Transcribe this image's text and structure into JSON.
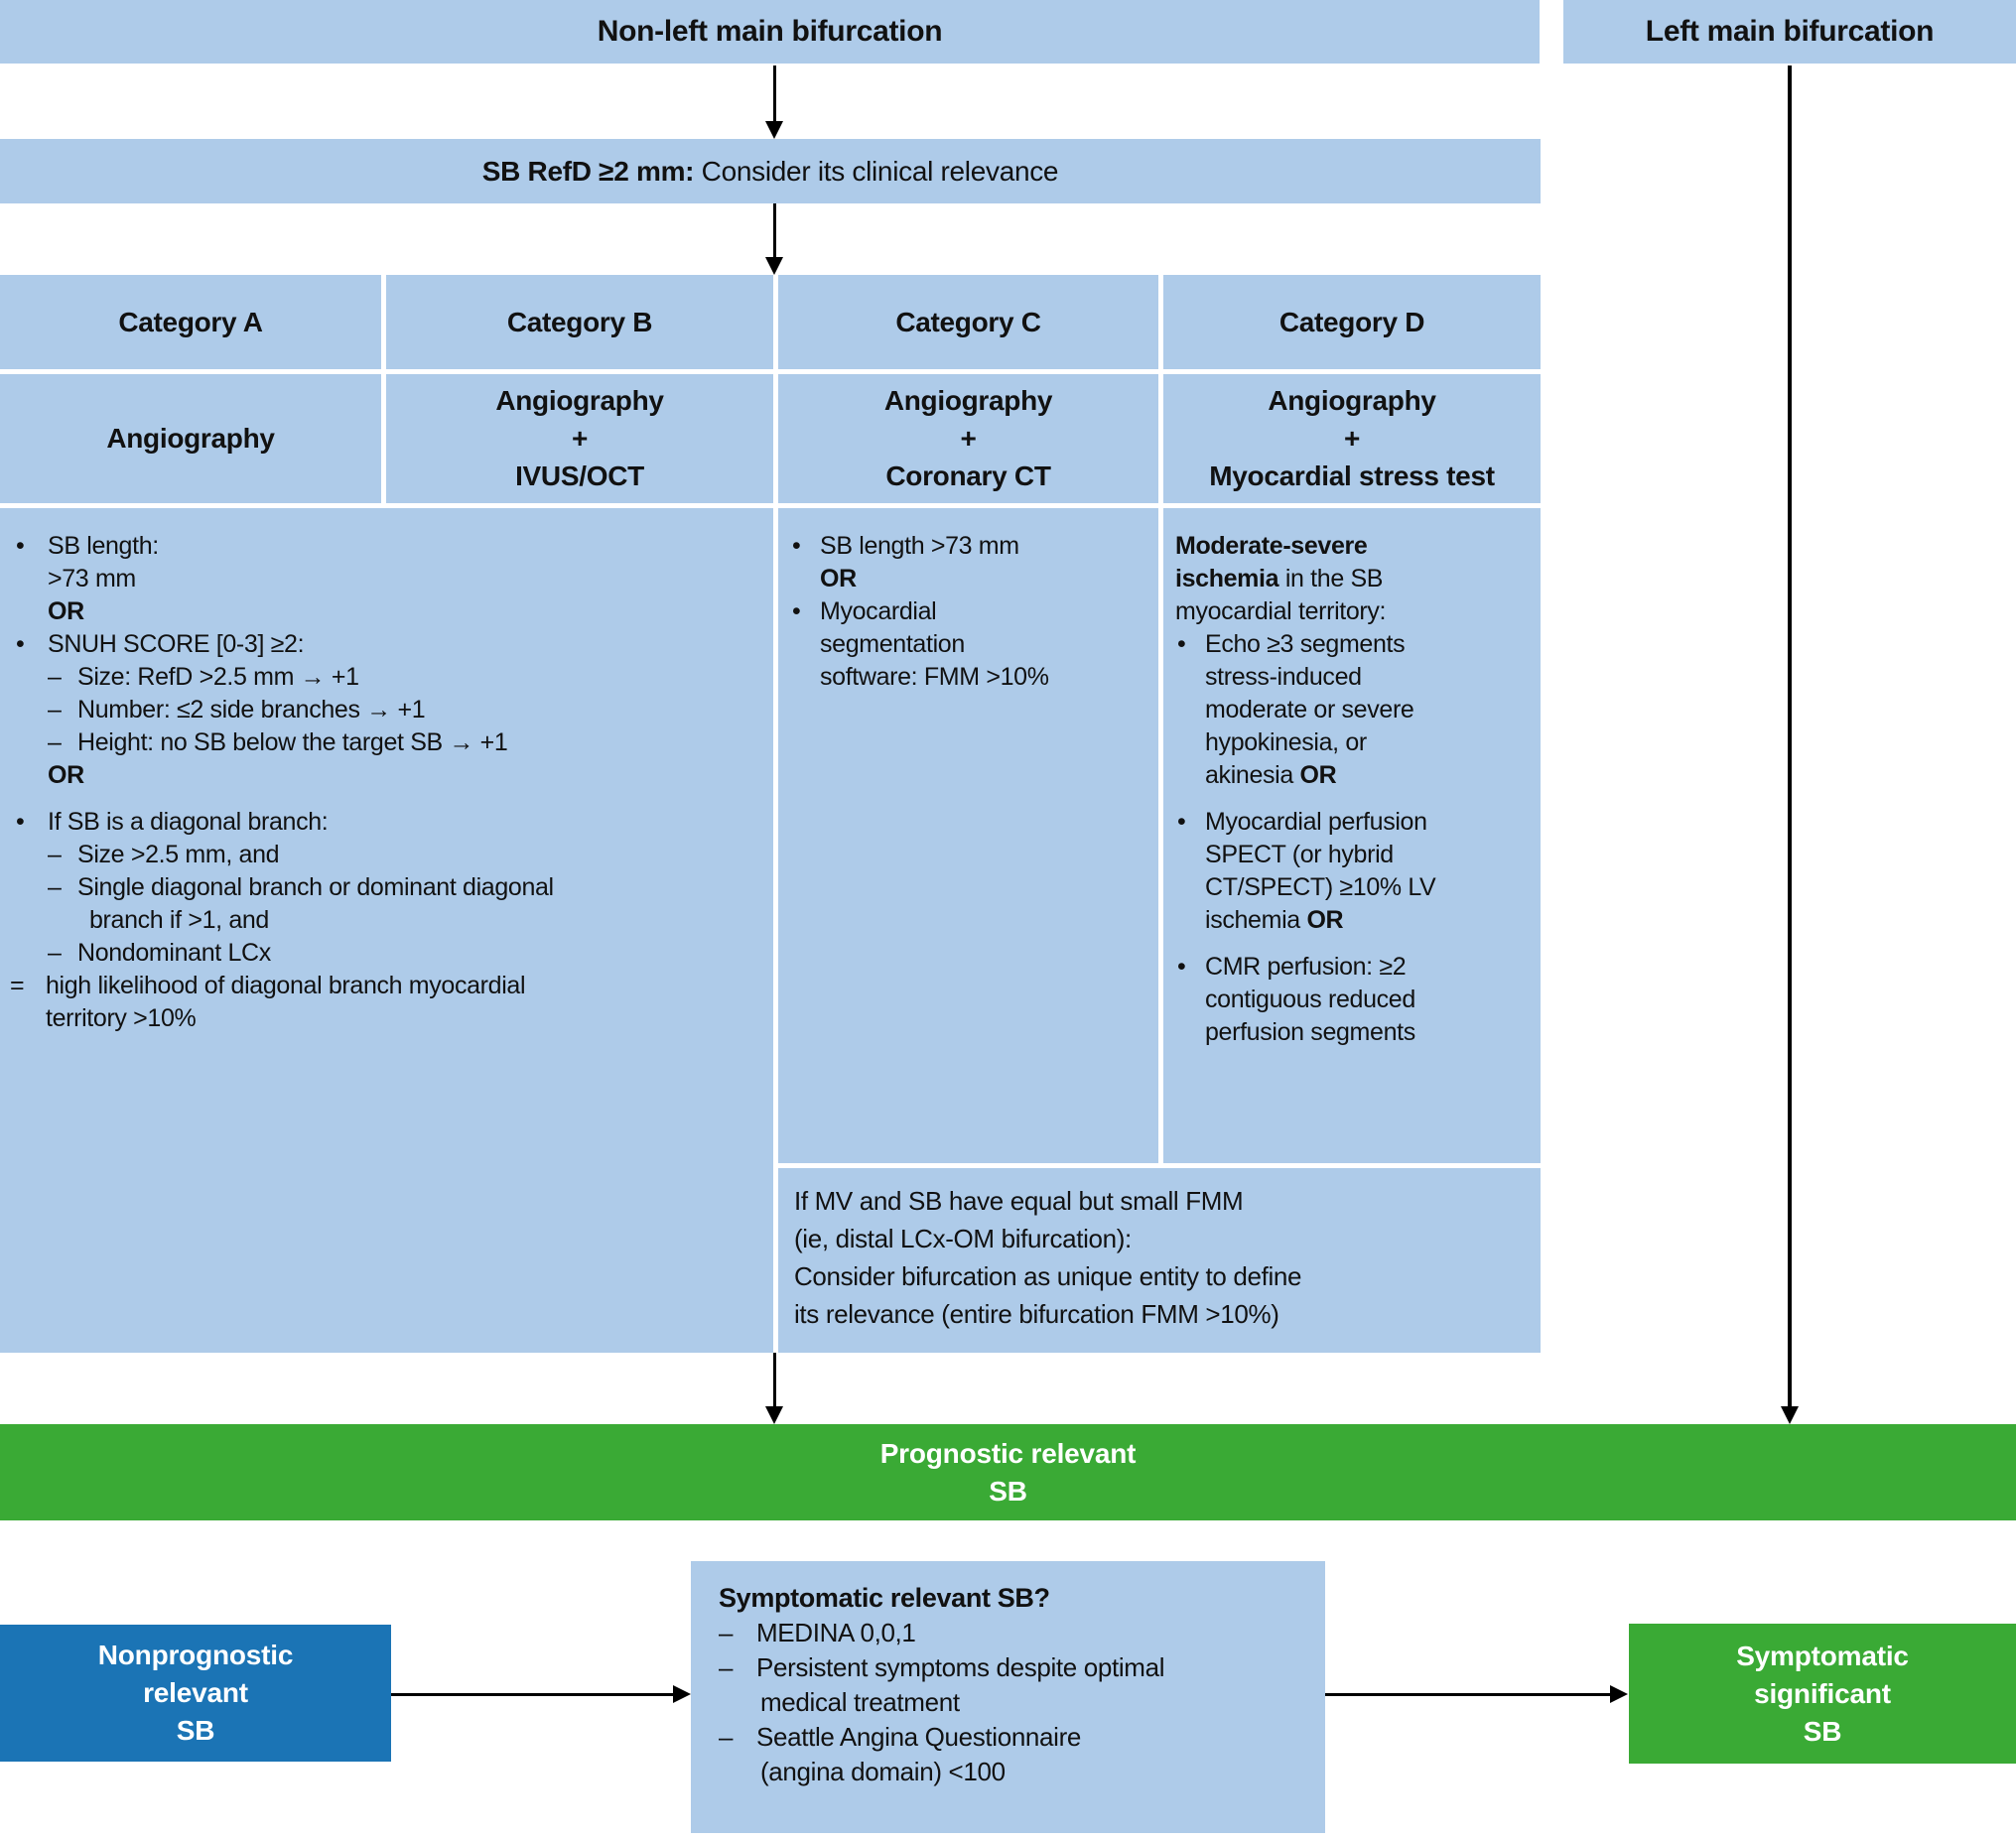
{
  "colors": {
    "light_blue": "#aecbe9",
    "dark_blue": "#1b74b5",
    "green": "#3aaa35",
    "arrow": "#000000",
    "text": "#111111"
  },
  "top": {
    "non_left_main_label": "Non-left main bifurcation",
    "left_main_label": "Left main bifurcation"
  },
  "sb_refd": {
    "lead_bold": "SB RefD ≥2 mm:",
    "rest": " Consider its clinical relevance"
  },
  "table": {
    "category_headers": [
      "Category A",
      "Category B",
      "Category C",
      "Category D"
    ],
    "modality_headers": [
      [
        "Angiography"
      ],
      [
        "Angiography",
        "+",
        "IVUS/OCT"
      ],
      [
        "Angiography",
        "+",
        "Coronary CT"
      ],
      [
        "Angiography",
        "+",
        "Myocardial stress test"
      ]
    ],
    "cell_ab_lines": [
      {
        "type": "bullet",
        "m": "•",
        "segs": [
          {
            "t": "SB length:"
          }
        ]
      },
      {
        "type": "cont",
        "segs": [
          {
            "t": ">73 mm"
          }
        ]
      },
      {
        "type": "cont",
        "segs": [
          {
            "t": "OR",
            "b": true
          }
        ]
      },
      {
        "type": "bullet",
        "m": "•",
        "segs": [
          {
            "t": "SNUH SCORE [0-3] ≥2:"
          }
        ]
      },
      {
        "type": "dash",
        "m": "–",
        "segs": [
          {
            "t": "Size: RefD >2.5 mm → +1"
          }
        ]
      },
      {
        "type": "dash",
        "m": "–",
        "segs": [
          {
            "t": "Number: ≤2 side branches → +1"
          }
        ]
      },
      {
        "type": "dash",
        "m": "–",
        "segs": [
          {
            "t": "Height: no SB below the target SB → +1"
          }
        ]
      },
      {
        "type": "cont",
        "segs": [
          {
            "t": "OR",
            "b": true
          }
        ]
      },
      {
        "type": "gap"
      },
      {
        "type": "bullet",
        "m": "•",
        "segs": [
          {
            "t": "If SB is a diagonal branch:"
          }
        ]
      },
      {
        "type": "dash",
        "m": "–",
        "segs": [
          {
            "t": "Size >2.5 mm, and"
          }
        ]
      },
      {
        "type": "dash",
        "m": "–",
        "segs": [
          {
            "t": "Single diagonal branch or dominant diagonal"
          }
        ]
      },
      {
        "type": "dash-cont",
        "segs": [
          {
            "t": "branch if >1, and"
          }
        ]
      },
      {
        "type": "dash",
        "m": "–",
        "segs": [
          {
            "t": "Nondominant LCx"
          }
        ]
      },
      {
        "type": "eq",
        "m": "=",
        "segs": [
          {
            "t": "high likelihood of diagonal branch myocardial"
          }
        ]
      },
      {
        "type": "eq-cont",
        "segs": [
          {
            "t": "territory >10%"
          }
        ]
      }
    ],
    "cell_c_lines": [
      {
        "type": "bullet",
        "m": "•",
        "segs": [
          {
            "t": "SB length >73 mm"
          }
        ]
      },
      {
        "type": "cont",
        "segs": [
          {
            "t": "OR",
            "b": true
          }
        ]
      },
      {
        "type": "bullet",
        "m": "•",
        "segs": [
          {
            "t": "Myocardial"
          }
        ]
      },
      {
        "type": "cont",
        "segs": [
          {
            "t": "segmentation"
          }
        ]
      },
      {
        "type": "cont",
        "segs": [
          {
            "t": "software: FMM >10%"
          }
        ]
      }
    ],
    "cell_d_lines": [
      {
        "type": "plain",
        "segs": [
          {
            "t": "Moderate-severe",
            "b": true
          }
        ]
      },
      {
        "type": "plain",
        "segs": [
          {
            "t": "ischemia",
            "b": true
          },
          {
            "t": " in the SB"
          }
        ]
      },
      {
        "type": "plain",
        "segs": [
          {
            "t": "myocardial territory:"
          }
        ]
      },
      {
        "type": "bullet",
        "m": "•",
        "segs": [
          {
            "t": "Echo ≥3 segments"
          }
        ]
      },
      {
        "type": "cont",
        "segs": [
          {
            "t": "stress-induced"
          }
        ]
      },
      {
        "type": "cont",
        "segs": [
          {
            "t": "moderate or severe"
          }
        ]
      },
      {
        "type": "cont",
        "segs": [
          {
            "t": "hypokinesia, or"
          }
        ]
      },
      {
        "type": "cont",
        "segs": [
          {
            "t": "akinesia "
          },
          {
            "t": "OR",
            "b": true
          }
        ]
      },
      {
        "type": "gap"
      },
      {
        "type": "bullet",
        "m": "•",
        "segs": [
          {
            "t": "Myocardial perfusion"
          }
        ]
      },
      {
        "type": "cont",
        "segs": [
          {
            "t": "SPECT (or hybrid"
          }
        ]
      },
      {
        "type": "cont",
        "segs": [
          {
            "t": "CT/SPECT) ≥10% LV"
          }
        ]
      },
      {
        "type": "cont",
        "segs": [
          {
            "t": "ischemia "
          },
          {
            "t": "OR",
            "b": true
          }
        ]
      },
      {
        "type": "gap"
      },
      {
        "type": "bullet",
        "m": "•",
        "segs": [
          {
            "t": "CMR perfusion: ≥2"
          }
        ]
      },
      {
        "type": "cont",
        "segs": [
          {
            "t": "contiguous reduced"
          }
        ]
      },
      {
        "type": "cont",
        "segs": [
          {
            "t": "perfusion segments"
          }
        ]
      }
    ],
    "cell_cd_lines": [
      {
        "type": "plain",
        "segs": [
          {
            "t": "If MV and SB have equal but small FMM"
          }
        ]
      },
      {
        "type": "plain",
        "segs": [
          {
            "t": "(ie, distal LCx-OM bifurcation):"
          }
        ]
      },
      {
        "type": "plain",
        "segs": [
          {
            "t": "Consider bifurcation as unique entity to define"
          }
        ]
      },
      {
        "type": "plain",
        "segs": [
          {
            "t": "its relevance (entire bifurcation FMM >10%)"
          }
        ]
      }
    ]
  },
  "outcomes": {
    "prognostic": [
      "Prognostic relevant",
      "SB"
    ],
    "nonprognostic": [
      "Nonprognostic",
      "relevant",
      "SB"
    ],
    "symptomatic_significant": [
      "Symptomatic",
      "significant",
      "SB"
    ]
  },
  "symptomatic_box": {
    "title": "Symptomatic relevant SB?",
    "lines": [
      {
        "type": "dash",
        "m": "–",
        "segs": [
          {
            "t": "MEDINA 0,0,1"
          }
        ]
      },
      {
        "type": "dash",
        "m": "–",
        "segs": [
          {
            "t": "Persistent symptoms despite optimal"
          }
        ]
      },
      {
        "type": "dash-cont",
        "segs": [
          {
            "t": "medical treatment"
          }
        ]
      },
      {
        "type": "dash",
        "m": "–",
        "segs": [
          {
            "t": "Seattle Angina Questionnaire"
          }
        ]
      },
      {
        "type": "dash-cont",
        "segs": [
          {
            "t": "(angina domain) <100"
          }
        ]
      }
    ]
  }
}
